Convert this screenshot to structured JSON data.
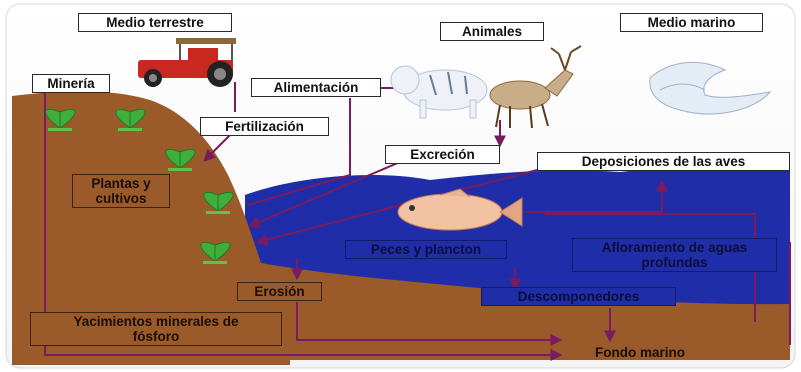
{
  "labels": {
    "medio_terrestre": "Medio terrestre",
    "animales": "Animales",
    "medio_marino": "Medio marino",
    "mineria": "Minería",
    "alimentacion": "Alimentación",
    "fertilizacion": "Fertilización",
    "excrecion": "Excreción",
    "deposiciones": "Deposiciones de las aves",
    "plantas_cultivos": "Plantas y\ncultivos",
    "peces_plancton": "Peces y plancton",
    "afloramiento": "Afloramiento de aguas\nprofundas",
    "erosion": "Erosión",
    "descomponedores": "Descomponedores",
    "yacimientos": "Yacimientos minerales de\nfósforo",
    "fondo_marino": "Fondo marino"
  },
  "icons": [
    "tractor-icon",
    "tiger-icon",
    "reindeer-icon",
    "bird-icon",
    "fish-icon",
    "plant-icon"
  ],
  "colors": {
    "arrow": "#7a1b5e",
    "land": "#9a5a2a",
    "sea": "#1f2ea8",
    "sky": "#ffffff"
  }
}
